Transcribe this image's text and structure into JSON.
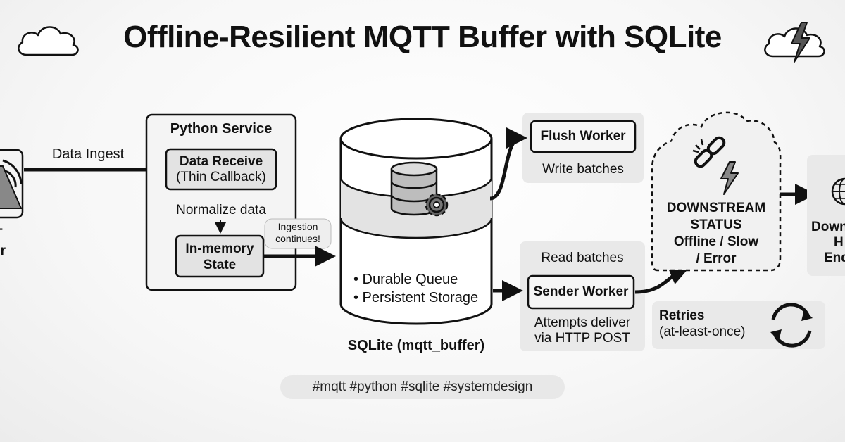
{
  "title": "Offline-Resilient MQTT Buffer with SQLite",
  "broker": {
    "label_line1": "T",
    "label_line2": "er"
  },
  "ingest": {
    "label": "Data Ingest"
  },
  "python_service": {
    "title": "Python Service",
    "receive_title": "Data Receive",
    "receive_sub": "(Thin Callback)",
    "normalize": "Normalize data",
    "memory_line1": "In-memory",
    "memory_line2": "State",
    "ingestion_note_line1": "Ingestion",
    "ingestion_note_line2": "continues!"
  },
  "sqlite": {
    "bullet1": "• Durable Queue",
    "bullet2": "• Persistent Storage",
    "caption": "SQLite (mqtt_buffer)"
  },
  "flush": {
    "title": "Flush Worker",
    "note": "Write batches"
  },
  "sender": {
    "read_note": "Read batches",
    "title": "Sender Worker",
    "attempts_line1": "Attempts deliver",
    "attempts_line2": "via HTTP POST"
  },
  "downstream": {
    "line1": "DOWNSTREAM",
    "line2": "STATUS",
    "line3": "Offline / Slow",
    "line4": "/ Error"
  },
  "retries": {
    "title": "Retries",
    "sub": "(at-least-once)"
  },
  "endpoint": {
    "line1": "Down",
    "line2": "H",
    "line3": "End"
  },
  "hashtags": "#mqtt  #python  #sqlite  #systemdesign",
  "colors": {
    "box_fill": "#f4f4f4",
    "inner_fill": "#e3e3e3",
    "stroke": "#111111",
    "panel_fill": "#e9e9e9"
  }
}
